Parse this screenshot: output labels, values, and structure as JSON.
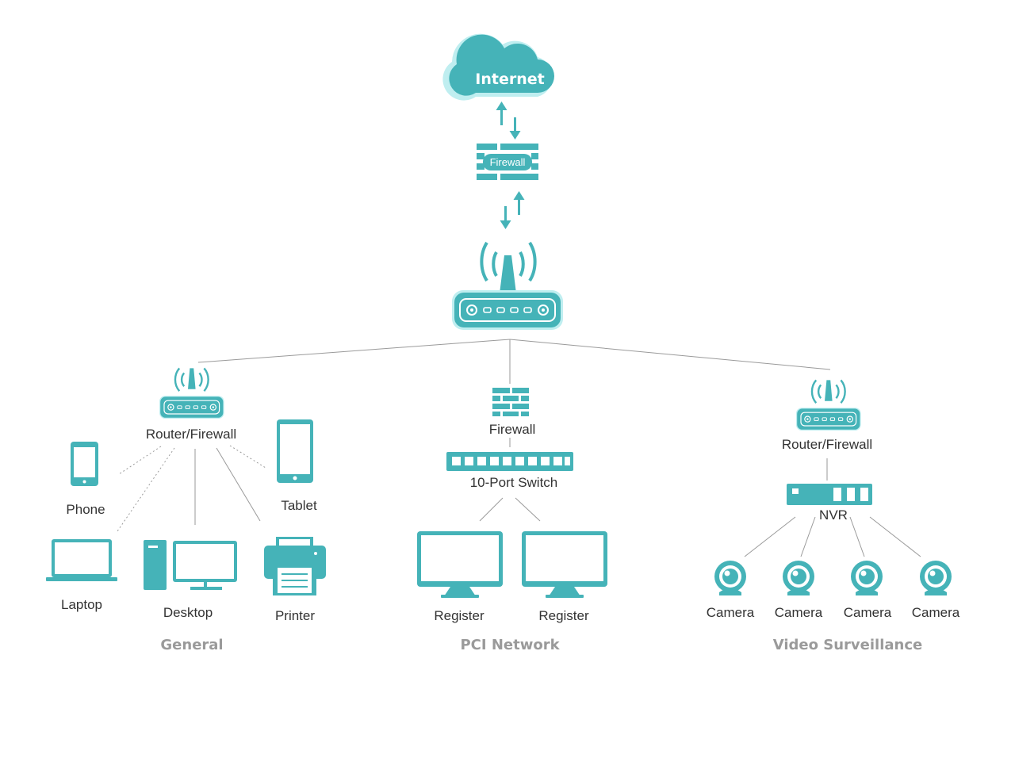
{
  "colors": {
    "accent": "#45b3b8",
    "accent_light": "#bfeef0",
    "line": "#9a9a9a",
    "label": "#333333",
    "segment_label": "#9a9a9a"
  },
  "top": {
    "internet": "Internet",
    "firewall": "Firewall"
  },
  "general": {
    "router": "Router/Firewall",
    "phone": "Phone",
    "tablet": "Tablet",
    "laptop": "Laptop",
    "desktop": "Desktop",
    "printer": "Printer",
    "title": "General"
  },
  "pci": {
    "firewall": "Firewall",
    "switch": "10-Port Switch",
    "register_1": "Register",
    "register_2": "Register",
    "title": "PCI Network"
  },
  "video": {
    "router": "Router/Firewall",
    "nvr": "NVR",
    "camera_1": "Camera",
    "camera_2": "Camera",
    "camera_3": "Camera",
    "camera_4": "Camera",
    "title": "Video Surveillance"
  }
}
